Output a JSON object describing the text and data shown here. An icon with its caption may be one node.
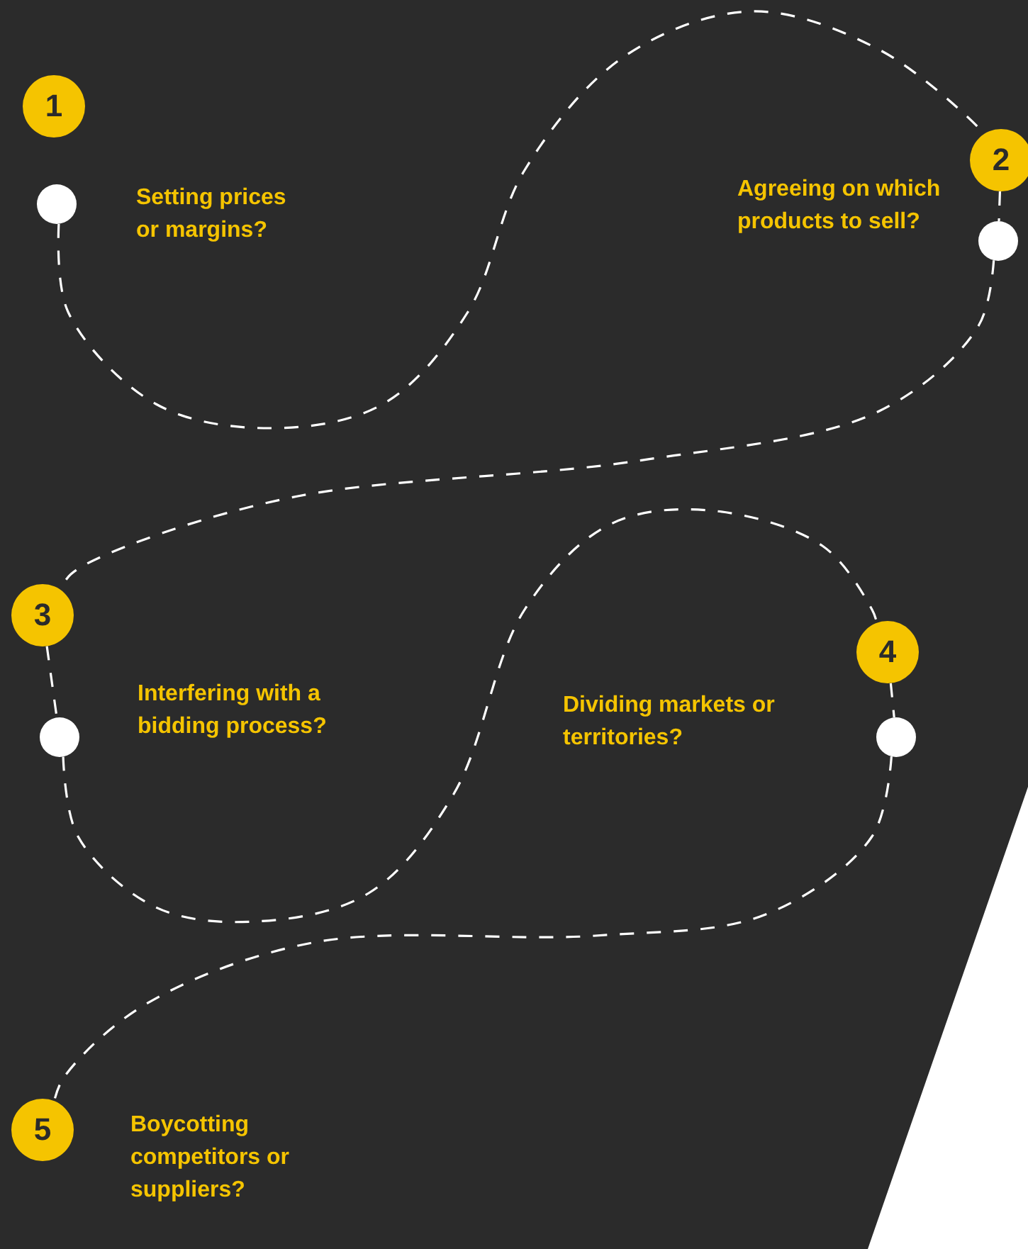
{
  "diagram": {
    "nodes": [
      {
        "text": [
          "1"
        ],
        "beside": [
          "Setting prices or margins?"
        ]
      },
      {
        "text": [],
        "shape": "circle"
      },
      {
        "text": [
          "2"
        ],
        "beside": [
          "Agreeing on which products to sell?"
        ]
      },
      {
        "text": [],
        "shape": "circle"
      },
      {
        "text": [
          "3"
        ],
        "beside": [
          "Interfering with a bidding process?"
        ]
      },
      {
        "text": [],
        "shape": "circle"
      },
      {
        "text": [
          "4"
        ],
        "beside": [
          "Dividing markets or territories?"
        ]
      },
      {
        "text": [],
        "shape": "circle"
      },
      {
        "text": [
          "5"
        ],
        "beside": [
          "Boycotting competitors or suppliers?"
        ]
      }
    ],
    "edges": [
      {
        "from": 1,
        "to": 2,
        "arrow": "none",
        "style": "dashed"
      },
      {
        "from": 2,
        "to": 3,
        "arrow": "none",
        "style": "dashed"
      },
      {
        "from": 3,
        "to": 4,
        "arrow": "none",
        "style": "dashed"
      },
      {
        "from": 4,
        "to": 5,
        "arrow": "none",
        "style": "dashed"
      },
      {
        "from": 5,
        "to": 6,
        "arrow": "none",
        "style": "dashed"
      },
      {
        "from": 6,
        "to": 7,
        "arrow": "none",
        "style": "dashed"
      },
      {
        "from": 7,
        "to": 8,
        "arrow": "none",
        "style": "dashed"
      }
    ]
  }
}
